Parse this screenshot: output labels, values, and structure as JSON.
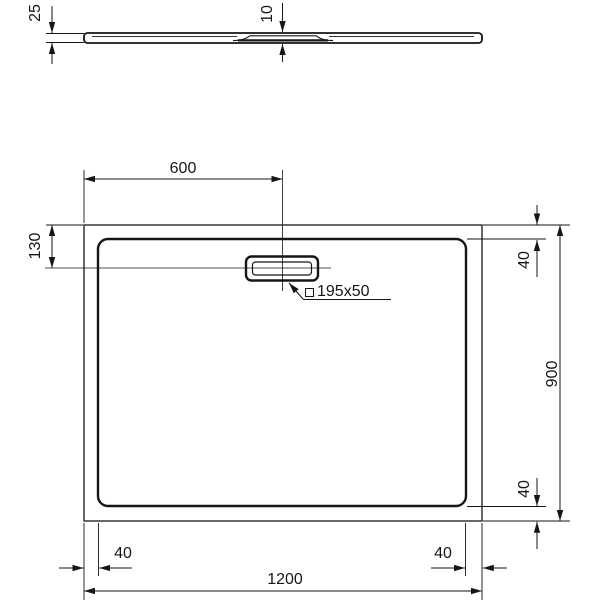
{
  "drawing": {
    "title": "Rectangular shower tray dimension drawing",
    "background_color": "#ffffff",
    "line_color": "#161616",
    "views": [
      "side-profile",
      "top-plan"
    ]
  },
  "profile_view": {
    "thickness_label": "25",
    "drain_depth_label": "10"
  },
  "plan_view": {
    "drain_center_from_left_label": "600",
    "drain_center_from_top_label": "130",
    "rim_top_label": "40",
    "overall_depth_label": "900",
    "rim_bottom_label": "40",
    "rim_left_label": "40",
    "rim_right_label": "40",
    "overall_width_label": "1200",
    "drain_size_label": "195x50",
    "drain_icon": "square-drain-outline"
  }
}
